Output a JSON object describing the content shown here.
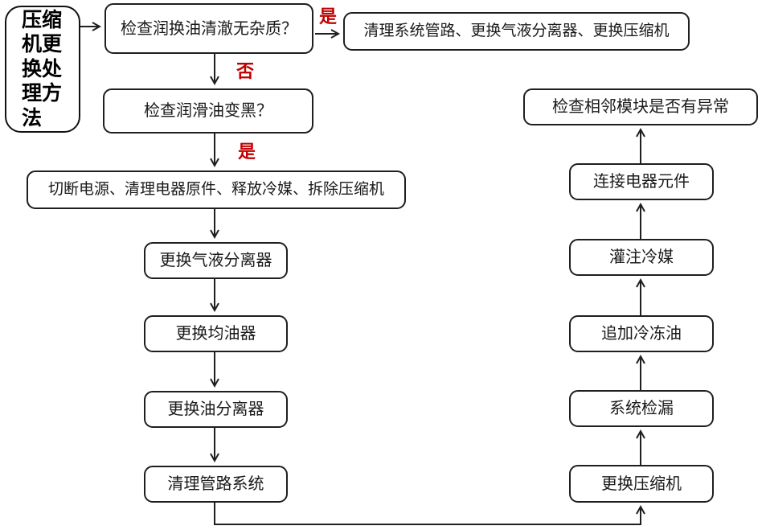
{
  "title": "压缩机更换处理方法",
  "nodes": {
    "check_oil_clear": "检查润换油清澈无杂质？",
    "clean_system_pipes": "清理系统管路、更换气液分离器、更换压缩机",
    "check_oil_black": "检查润滑油变黑？",
    "cut_power": "切断电源、清理电器原件、释放冷媒、拆除压缩机",
    "replace_gas_liquid_separator": "更换气液分离器",
    "replace_oil_equalizer": "更换均油器",
    "replace_oil_separator": "更换油分离器",
    "clean_pipe_system": "清理管路系统",
    "replace_compressor": "更换压缩机",
    "system_leak_check": "系统检漏",
    "add_refrigeration_oil": "追加冷冻油",
    "fill_refrigerant": "灌注冷媒",
    "connect_electrical_components": "连接电器元件",
    "check_adjacent_modules": "检查相邻模块是否有异常"
  },
  "edge_labels": {
    "yes_top": "是",
    "no": "否",
    "yes_mid": "是"
  },
  "colors": {
    "edge_label_red": "#c00000",
    "line_color": "#1f1f1f",
    "box_border": "#1f1f1f",
    "box_background": "#ffffff",
    "page_background": "#ffffff",
    "text_color": "#1a1a1a"
  }
}
